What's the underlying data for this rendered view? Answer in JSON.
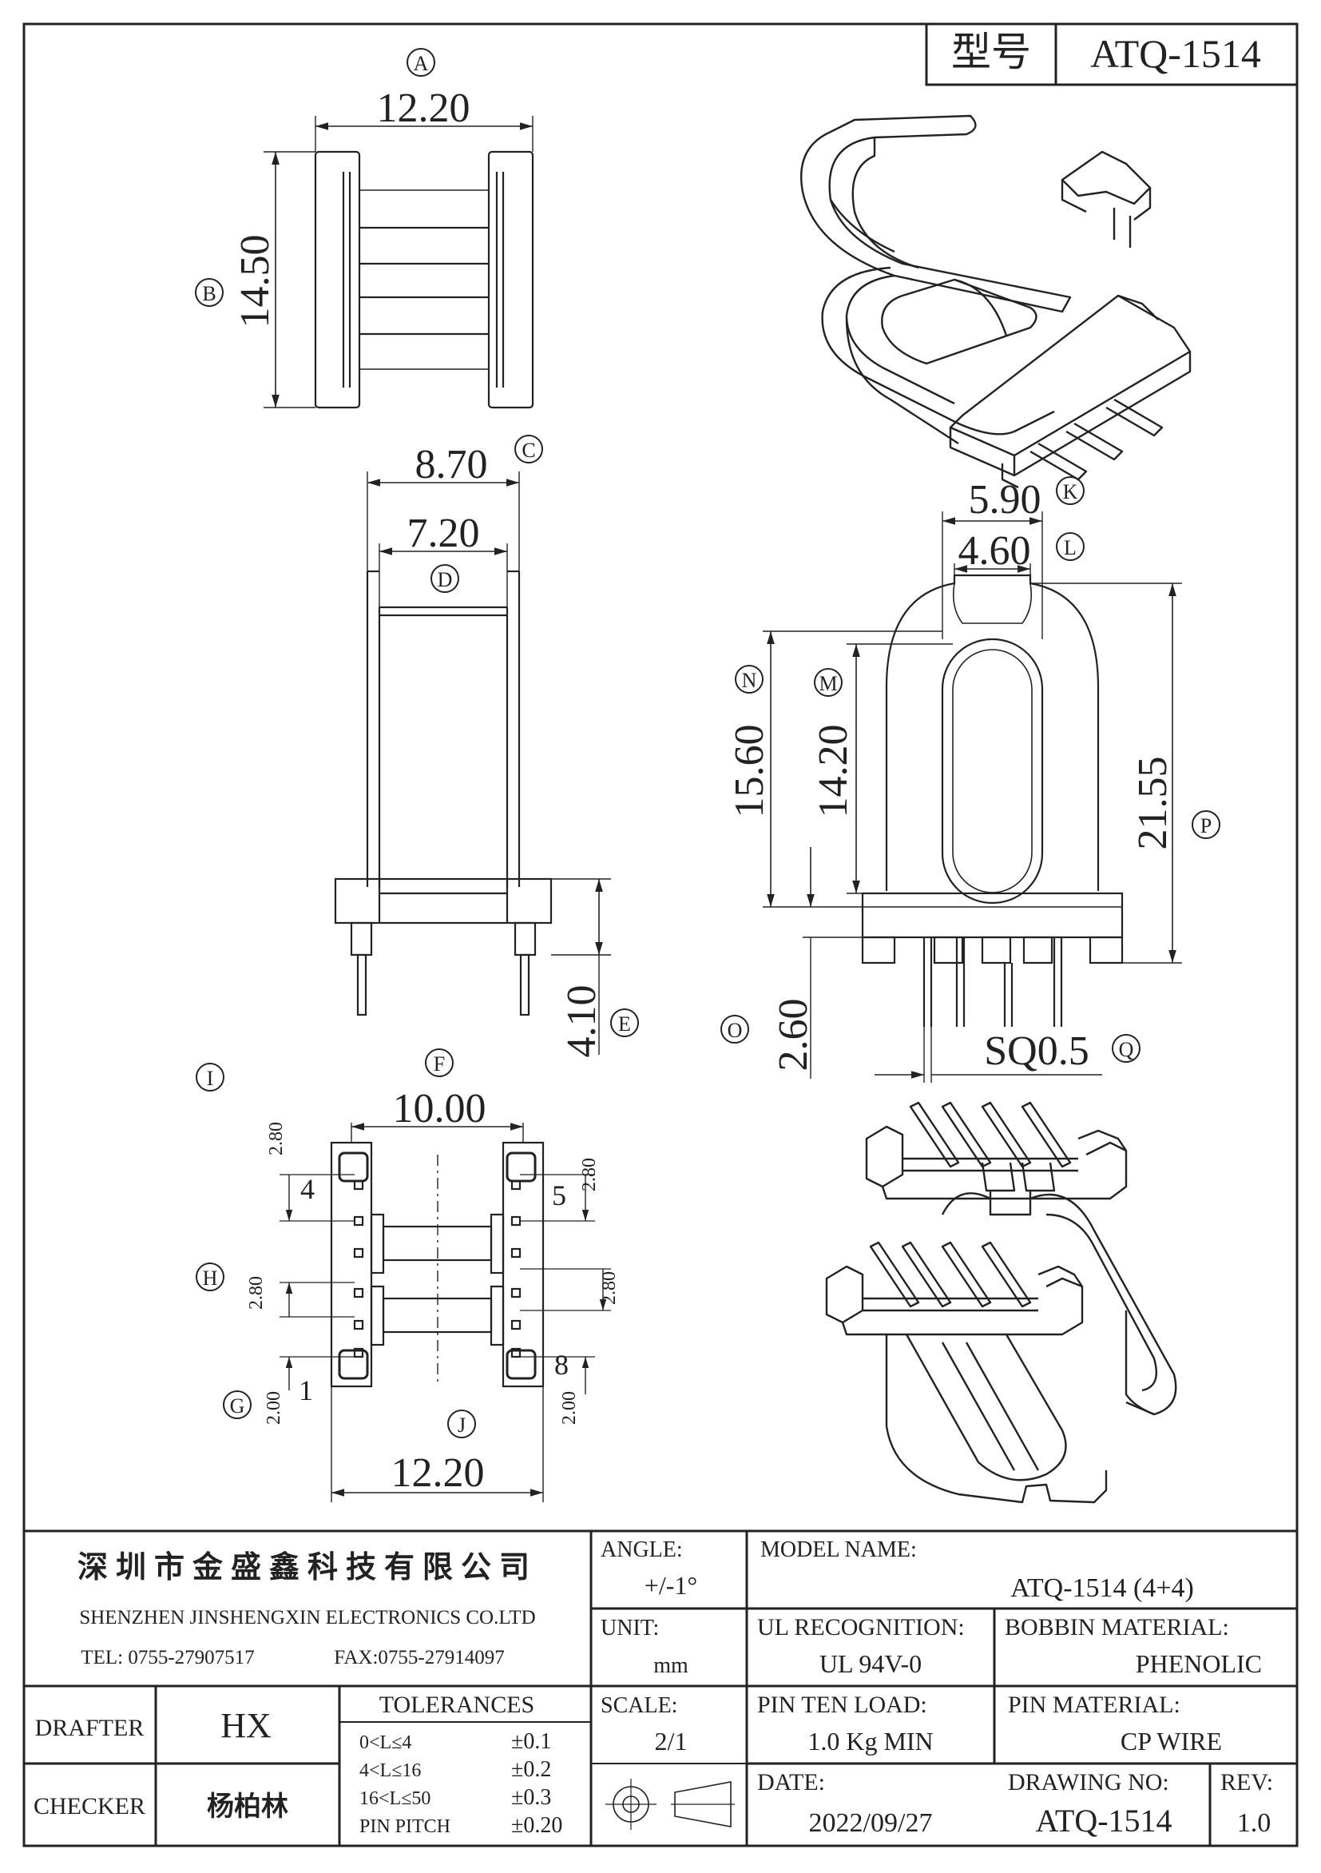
{
  "header": {
    "model_label": "型号",
    "model_value": "ATQ-1514"
  },
  "dims": {
    "A": {
      "letter": "A",
      "value": "12.20"
    },
    "B": {
      "letter": "B",
      "value": "14.50"
    },
    "C": {
      "letter": "C",
      "value": "8.70"
    },
    "D": {
      "letter": "D",
      "value": "7.20"
    },
    "E": {
      "letter": "E",
      "value": "4.10"
    },
    "F": {
      "letter": "F",
      "value": "10.00"
    },
    "G": {
      "letter": "G",
      "value": "2.00"
    },
    "H": {
      "letter": "H",
      "value": "2.80"
    },
    "I": {
      "letter": "I",
      "value": "2.80"
    },
    "J": {
      "letter": "J",
      "value": "12.20"
    },
    "K": {
      "letter": "K",
      "value": "5.90"
    },
    "L": {
      "letter": "L",
      "value": "4.60"
    },
    "M": {
      "letter": "M",
      "value": "14.20"
    },
    "N": {
      "letter": "N",
      "value": "15.60"
    },
    "O": {
      "letter": "O",
      "value": "2.60"
    },
    "P": {
      "letter": "P",
      "value": "21.55"
    },
    "Q": {
      "letter": "Q",
      "value": "SQ0.5"
    }
  },
  "bottom_view": {
    "pin_labels": [
      "4",
      "5",
      "1",
      "8"
    ],
    "right_top": "2.80",
    "right_mid": "2.80",
    "right_bottom": "2.00"
  },
  "title_block": {
    "company_cn": "深圳市金盛鑫科技有限公司",
    "company_en": "SHENZHEN JINSHENGXIN ELECTRONICS CO.LTD",
    "tel": "TEL: 0755-27907517",
    "fax": "FAX:0755-27914097",
    "angle_label": "ANGLE:",
    "angle_value": "+/-1°",
    "model_name_label": "MODEL NAME:",
    "model_name_value": "ATQ-1514 (4+4)",
    "unit_label": "UNIT:",
    "unit_value": "mm",
    "ul_label": "UL RECOGNITION:",
    "ul_value": "UL 94V-0",
    "bobbin_label": "BOBBIN MATERIAL:",
    "bobbin_value": "PHENOLIC",
    "drafter_label": "DRAFTER",
    "drafter_value": "HX",
    "checker_label": "CHECKER",
    "checker_value": "杨柏林",
    "tolerances_title": "TOLERANCES",
    "tolerances": [
      {
        "range": "0<L≤4",
        "value": "±0.1"
      },
      {
        "range": "4<L≤16",
        "value": "±0.2"
      },
      {
        "range": "16<L≤50",
        "value": "±0.3"
      },
      {
        "range": "PIN PITCH",
        "value": "±0.20"
      }
    ],
    "scale_label": "SCALE:",
    "scale_value": "2/1",
    "pin_load_label": "PIN TEN LOAD:",
    "pin_load_value": "1.0 Kg MIN",
    "pin_material_label": "PIN MATERIAL:",
    "pin_material_value": "CP WIRE",
    "date_label": "DATE:",
    "date_value": "2022/09/27",
    "drawing_no_label": "DRAWING NO:",
    "drawing_no_value": "ATQ-1514",
    "rev_label": "REV:",
    "rev_value": "1.0"
  }
}
